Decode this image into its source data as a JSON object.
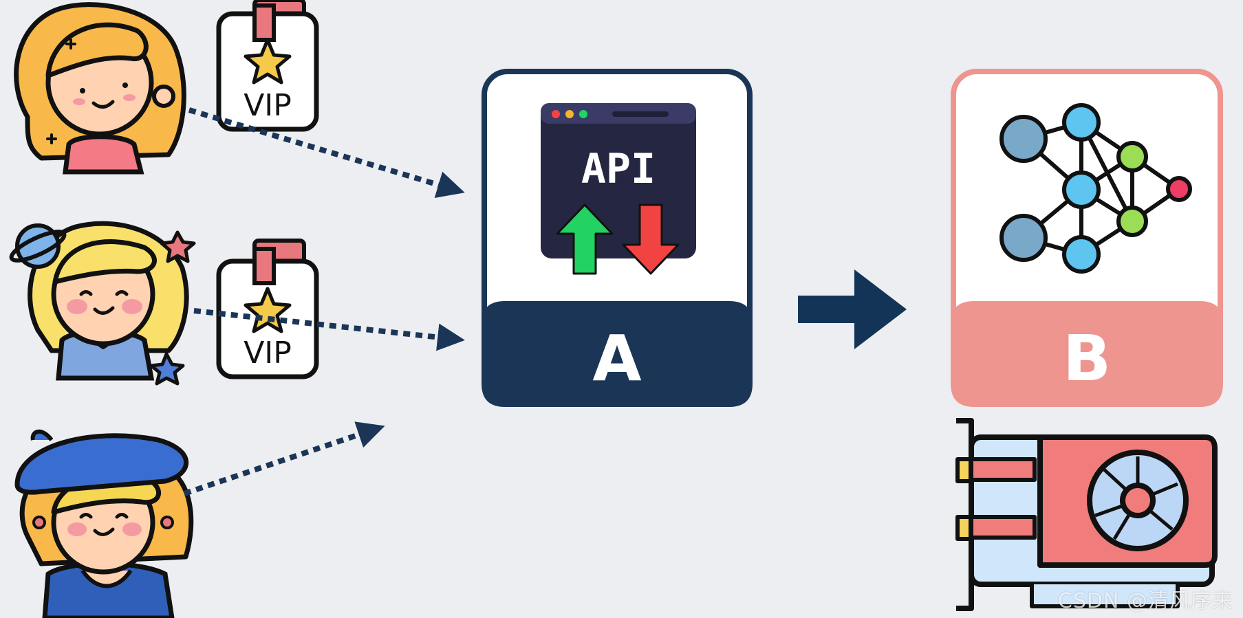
{
  "api_window": {
    "label": "API"
  },
  "server_a": {
    "label": "A",
    "frame_color": "#1b3557"
  },
  "server_b": {
    "label": "B",
    "frame_color": "#ee9590"
  },
  "badges": [
    {
      "label": "VIP"
    },
    {
      "label": "VIP"
    }
  ],
  "watermark": {
    "text": "CSDN @清风序来"
  },
  "colors": {
    "background": "#eceef1",
    "navy": "#1b3557",
    "arrow": "#133456",
    "pink": "#ee9590",
    "up_arrow": "#22d262",
    "down_arrow": "#f24343"
  }
}
